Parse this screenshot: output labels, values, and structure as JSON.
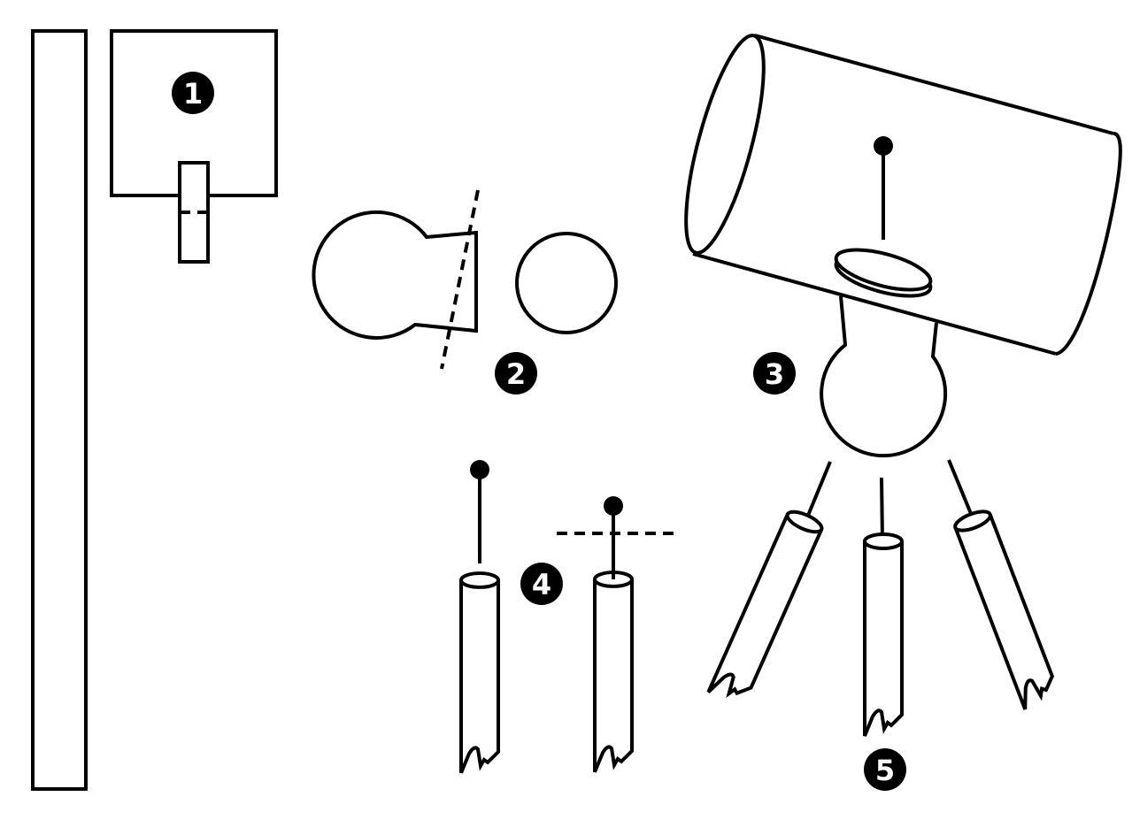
{
  "diagram": {
    "steps": [
      {
        "label": "1"
      },
      {
        "label": "2"
      },
      {
        "label": "3"
      },
      {
        "label": "4"
      },
      {
        "label": "5"
      }
    ],
    "colors": {
      "stroke": "#000000",
      "background": "#ffffff",
      "badge": "#000000",
      "badge_text": "#ffffff"
    }
  }
}
